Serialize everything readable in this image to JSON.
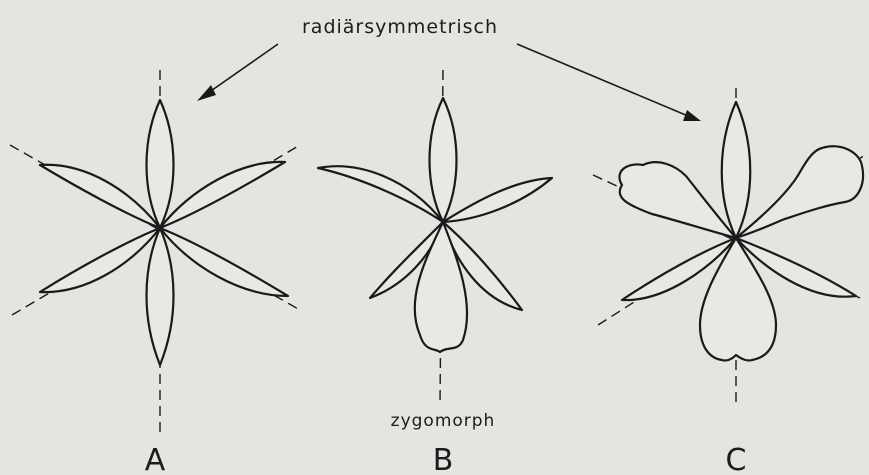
{
  "labels": {
    "top": "radiärsymmetrisch",
    "middle": "zygomorph",
    "flower_a": "A",
    "flower_b": "B",
    "flower_c": "C"
  }
}
